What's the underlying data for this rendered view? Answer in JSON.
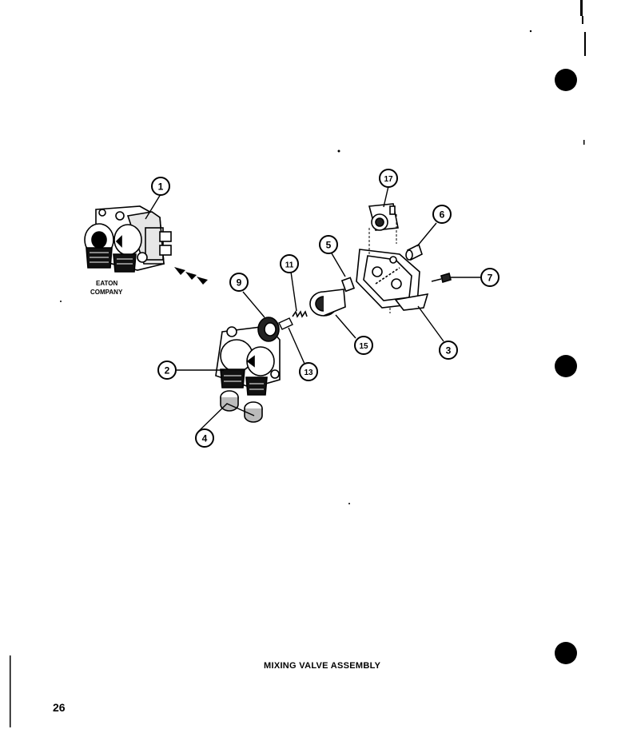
{
  "diagram": {
    "title": "MIXING VALVE ASSEMBLY",
    "page_number": "26",
    "brand_label": {
      "line1": "EATON",
      "line2": "COMPANY"
    },
    "callouts": [
      "1",
      "2",
      "3",
      "4",
      "5",
      "6",
      "7",
      "9",
      "11",
      "13",
      "15",
      "17"
    ]
  }
}
